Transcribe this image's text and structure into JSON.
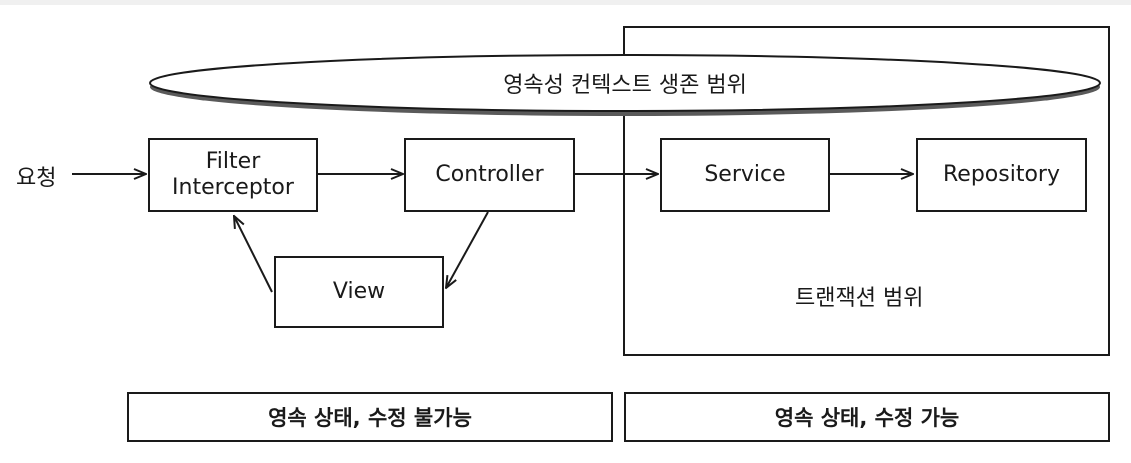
{
  "persistence_context_label": "영속성 컨텍스트 생존 범위",
  "request_label": "요청",
  "nodes": {
    "filter": "Filter\nInterceptor",
    "controller": "Controller",
    "view": "View",
    "service": "Service",
    "repository": "Repository"
  },
  "transaction_label": "트랜잭션 범위",
  "states": {
    "left": "영속 상태, 수정 불가능",
    "right": "영속 상태, 수정 가능"
  }
}
